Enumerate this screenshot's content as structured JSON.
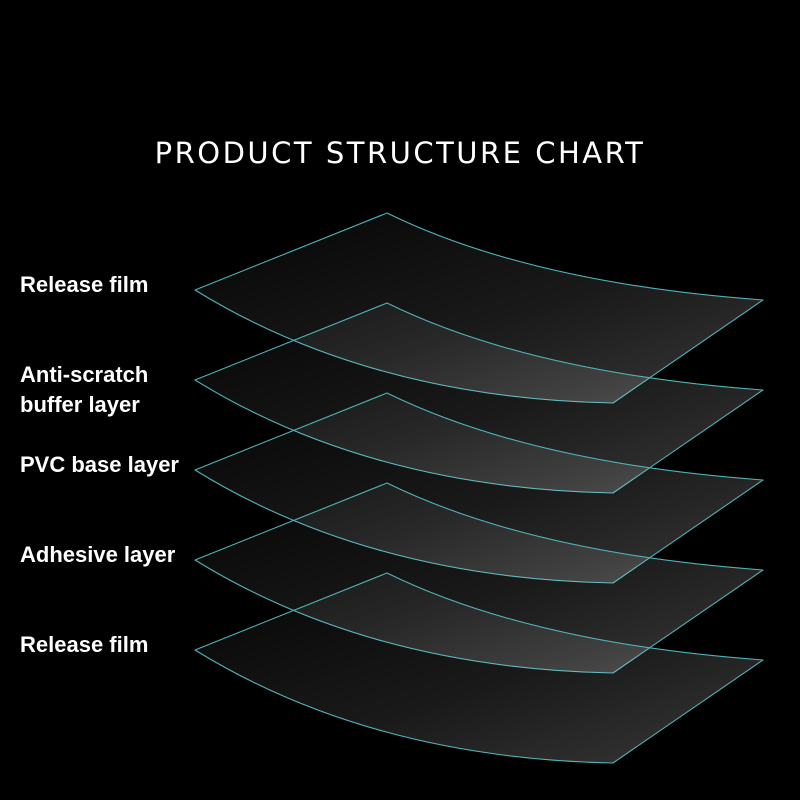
{
  "diagram": {
    "title": "PRODUCT STRUCTURE CHART",
    "colors": {
      "background": "#000000",
      "edge": "#4fb3b8",
      "text": "#ffffff"
    },
    "layers": [
      {
        "lines": [
          "Release film"
        ]
      },
      {
        "lines": [
          "Anti-scratch",
          "buffer layer"
        ]
      },
      {
        "lines": [
          "PVC base layer"
        ]
      },
      {
        "lines": [
          "Adhesive layer"
        ]
      },
      {
        "lines": [
          "Release film"
        ]
      }
    ]
  }
}
